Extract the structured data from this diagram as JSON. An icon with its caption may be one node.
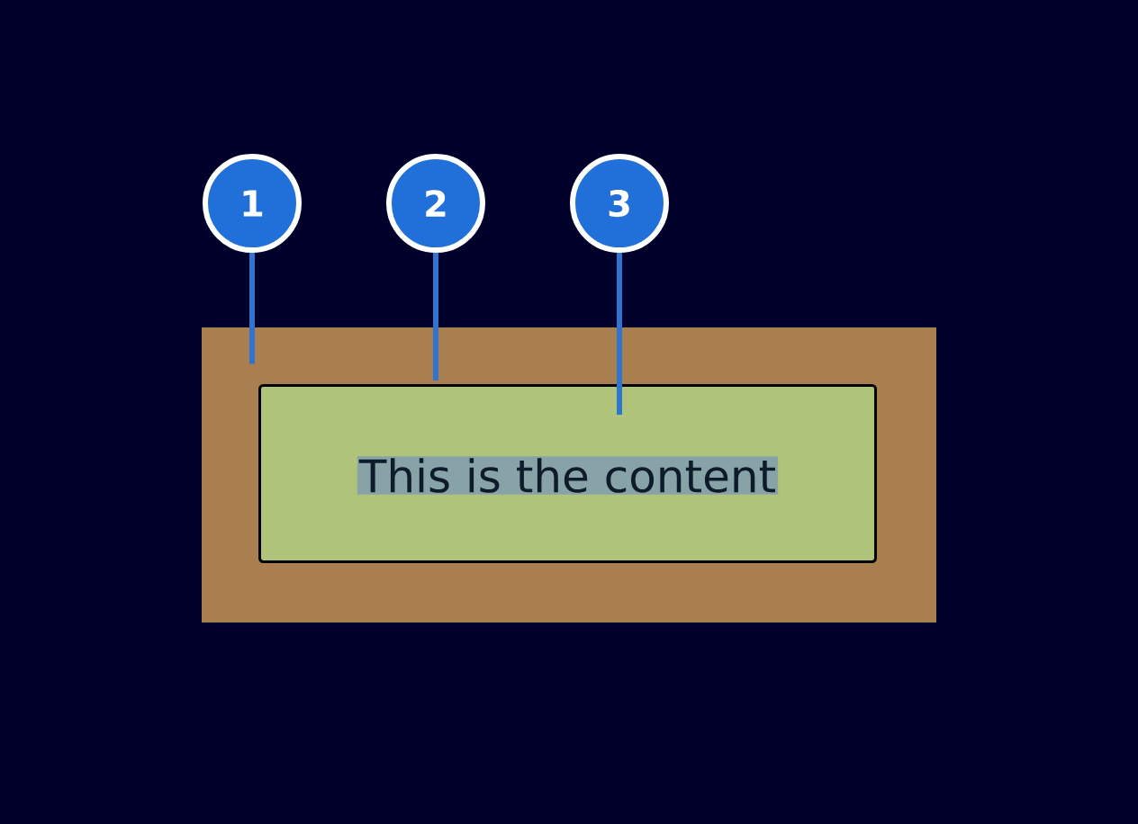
{
  "diagram": {
    "nodes": [
      {
        "text": [
          "1"
        ]
      },
      {
        "text": [
          "2"
        ]
      },
      {
        "text": [
          "3"
        ]
      },
      {
        "text": [],
        "shape": "box"
      },
      {
        "text": [],
        "shape": "box",
        "in": 3
      },
      {
        "text": [
          "This is the content"
        ],
        "in": 4
      }
    ],
    "edges": [
      {
        "from": 0,
        "to": 3,
        "arrow": "none"
      },
      {
        "from": 1,
        "to": 4,
        "arrow": "none"
      },
      {
        "from": 2,
        "to": 4,
        "arrow": "none"
      }
    ]
  }
}
